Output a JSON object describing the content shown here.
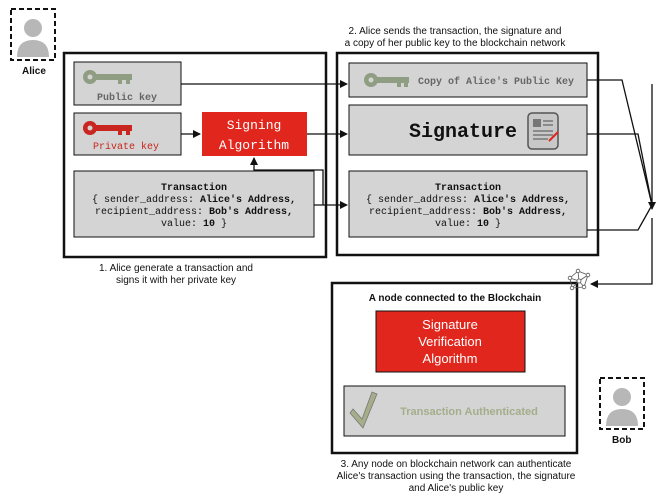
{
  "actors": {
    "alice": "Alice",
    "bob": "Bob"
  },
  "steps": {
    "step1_line1": "1. Alice generate a transaction and",
    "step1_line2": "signs it with her private key",
    "step2_line1": "2. Alice sends the transaction, the signature and",
    "step2_line2": "a copy of her public key to the blockchain network",
    "step3_line1": "3. Any node on blockchain network can authenticate",
    "step3_line2": "Alice's transaction using the transaction, the signature",
    "step3_line3": "and Alice's public key"
  },
  "left_panel": {
    "public_key": "Public key",
    "private_key": "Private key",
    "signing_line1": "Signing",
    "signing_line2": "Algorithm"
  },
  "transaction": {
    "title": "Transaction",
    "line1_prefix": "{ sender_address: ",
    "line1_value": "Alice's Address,",
    "line2_prefix": "recipient_address: ",
    "line2_value": "Bob's Address,",
    "line3_prefix": "value: ",
    "line3_value": "10",
    "line3_suffix": " }"
  },
  "right_panel": {
    "public_key_copy": "Copy of Alice's Public Key",
    "signature": "Signature"
  },
  "node_panel": {
    "title": "A node connected to  the Blockchain",
    "verify_line1": "Signature",
    "verify_line2": "Verification",
    "verify_line3": "Algorithm",
    "authenticated": "Transaction Authenticated"
  },
  "colors": {
    "red": "#e0261d",
    "grey_box": "#d4d4d4",
    "key_green": "#8f9d82",
    "key_red": "#c8261e",
    "check_green": "#a5ad8a"
  },
  "icons": [
    "user-icon",
    "key-icon",
    "document-icon",
    "network-node-icon",
    "checkmark-icon"
  ]
}
